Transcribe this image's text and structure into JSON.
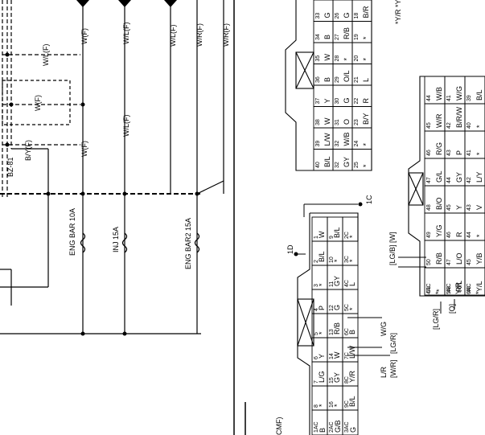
{
  "left": {
    "wires_top": [
      "W(F)",
      "W/L(F)",
      "W/L(F)",
      "W/R(F)",
      "W/R(F)"
    ],
    "left_labels": [
      "W/L(F)",
      "W(F)",
      "B/Y(F)",
      "BZ-81"
    ],
    "mid_labels": [
      "W(F)",
      "W/L(F)"
    ],
    "fuses": [
      "ENG BAR 10A",
      "INJ 15A",
      "ENG BAR2 15A"
    ]
  },
  "refs": {
    "d1": "1D",
    "c1": "1C",
    "cmf": "CMF)"
  },
  "notes": {
    "ygr": "*Y/R *Y/G",
    "lgb": "[LG/B] [W]",
    "lgr": "[LG/R]",
    "o": "[O]",
    "wg": "W/G",
    "lgr2": "[LG/R]",
    "lr": "L/R",
    "wr": "[W/R]"
  },
  "connector_top": {
    "cols": [
      {
        "pins": [
          "33",
          "34",
          "35",
          "36",
          "37",
          "38",
          "39",
          "40"
        ],
        "vals": [
          "G",
          "B",
          "W",
          "B",
          "Y",
          "W",
          "L/W",
          "B/L"
        ]
      },
      {
        "pins": [
          "26",
          "27",
          "28",
          "29",
          "30",
          "31",
          "32",
          "32"
        ],
        "vals": [
          "G",
          "R/B",
          "*",
          "O/L",
          "G",
          "O",
          "W/B",
          "GY"
        ]
      },
      {
        "pins": [
          "18",
          "19",
          "20",
          "21",
          "22",
          "23",
          "24",
          "25"
        ],
        "vals": [
          "B/R",
          "*",
          "*",
          "L",
          "R",
          "B/Y",
          "*",
          "*"
        ]
      }
    ]
  },
  "connector_mid": {
    "cols": [
      {
        "pins": [
          "1",
          "2",
          "3",
          "4",
          "5",
          "6",
          "7",
          "8"
        ],
        "vals": [
          "W",
          "B/L",
          "*",
          "P",
          "*",
          "Y",
          "L/G",
          "*"
        ]
      },
      {
        "pins": [
          "9",
          "10",
          "11",
          "12",
          "13",
          "14",
          "15",
          "16"
        ],
        "vals": [
          "B/L",
          "*",
          "GY",
          "G",
          "R/B",
          "W",
          "GY",
          "*"
        ]
      },
      {
        "pins": [
          "2C",
          "3C",
          "4C",
          "5C",
          "6C",
          "7C",
          "8C",
          "9C"
        ],
        "vals": [
          "*",
          "*",
          "L",
          "*",
          "B",
          "L/W",
          "Y/R",
          "B/L"
        ]
      }
    ],
    "bottom_pins": [
      "1AC",
      "2AC",
      "3AC"
    ],
    "bottom_vals": [
      "B",
      "G/B",
      "G"
    ]
  },
  "connector_right": {
    "cols": [
      {
        "pins": [
          "44",
          "45",
          "46",
          "47",
          "48",
          "49",
          "50",
          "51"
        ],
        "vals": [
          "W/B",
          "W/R",
          "R/G",
          "G/L",
          "B/O",
          "Y/G",
          "R/B",
          "*"
        ]
      },
      {
        "pins": [
          "41",
          "42",
          "43",
          "44",
          "45",
          "46",
          "47",
          "48"
        ],
        "vals": [
          "W/G",
          "B/R/W",
          "P",
          "GY",
          "Y",
          "R",
          "L/O",
          "R/L"
        ]
      },
      {
        "pins": [
          "39",
          "40",
          "41",
          "42",
          "43",
          "44",
          "45",
          "46"
        ],
        "vals": [
          "B/L",
          "*",
          "*",
          "L/Y",
          "V",
          "*",
          "Y/B",
          "Y/L"
        ]
      }
    ],
    "bottom": [
      "4AC",
      "5AC",
      "6AC"
    ],
    "bottom_vals": [
      "*",
      "Y/R",
      "*"
    ]
  }
}
